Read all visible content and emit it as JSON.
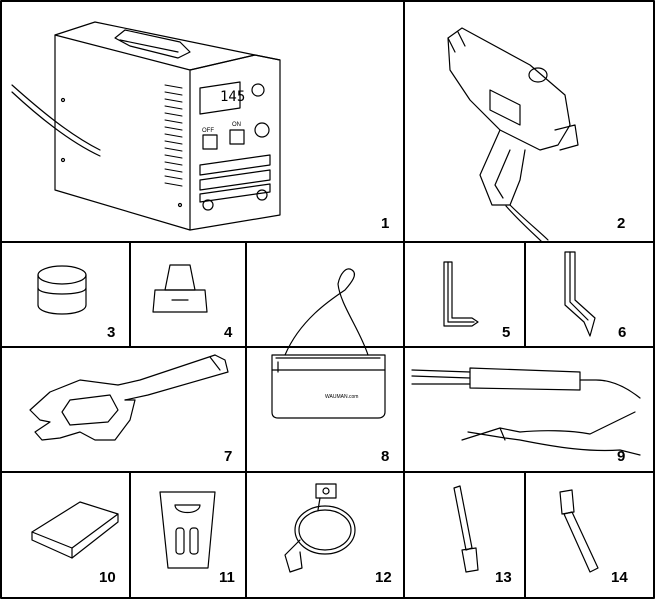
{
  "items": [
    {
      "number": "1",
      "icon": "welding-machine-icon"
    },
    {
      "number": "2",
      "icon": "welding-gun-icon"
    },
    {
      "number": "3",
      "icon": "jar-icon"
    },
    {
      "number": "4",
      "icon": "nozzle-tip-icon"
    },
    {
      "number": "5",
      "icon": "l-tool-icon"
    },
    {
      "number": "6",
      "icon": "angled-tool-icon"
    },
    {
      "number": "7",
      "icon": "fork-tool-icon"
    },
    {
      "number": "8",
      "icon": "shoulder-bag-icon"
    },
    {
      "number": "9",
      "icon": "ground-clamp-cable-icon"
    },
    {
      "number": "10",
      "icon": "box-icon"
    },
    {
      "number": "11",
      "icon": "holder-plate-icon"
    },
    {
      "number": "12",
      "icon": "clamp-ring-icon"
    },
    {
      "number": "13",
      "icon": "pin-tip-icon"
    },
    {
      "number": "14",
      "icon": "stud-tip-icon"
    }
  ],
  "display": {
    "readout": "145",
    "off_label": "OFF",
    "on_label": "ON",
    "bag_brand": "WAUMAN.com"
  }
}
